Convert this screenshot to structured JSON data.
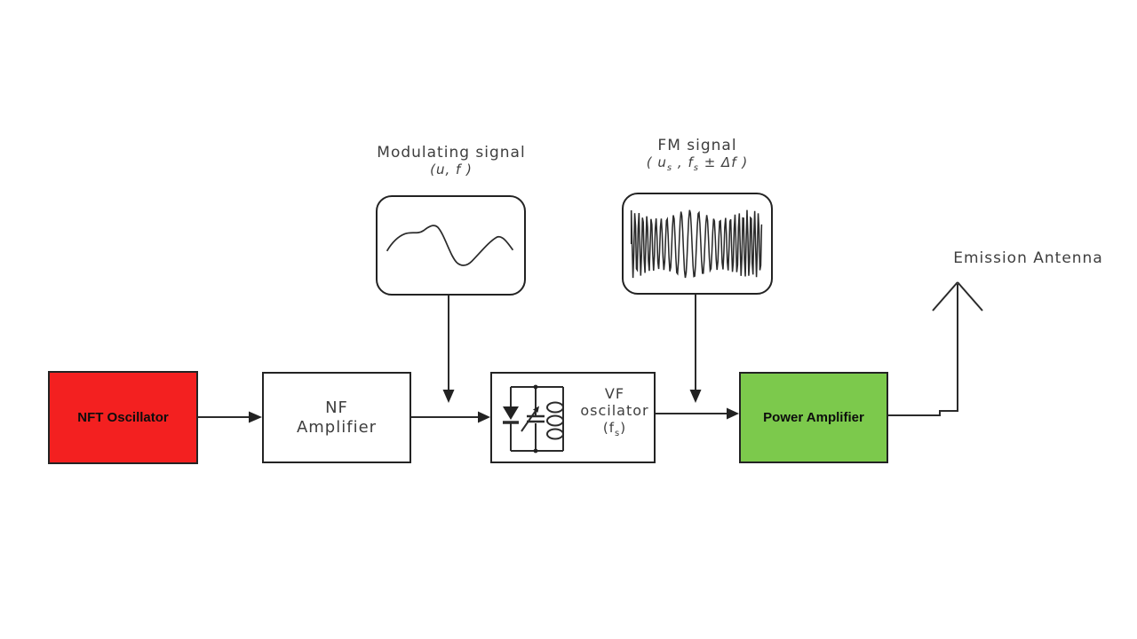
{
  "colors": {
    "nft_fill": "#f32020",
    "pa_fill": "#7cc94c",
    "line": "#2b2b2b",
    "label_text": "#3e3e3e"
  },
  "blocks": {
    "nft": {
      "label": "NFT Oscillator"
    },
    "nf": {
      "line1": "NF",
      "line2": "Amplifier"
    },
    "vf": {
      "line1": "VF",
      "line2": "oscilator",
      "f_pre": "(f",
      "f_sub": "s",
      "f_post": ")"
    },
    "pa": {
      "label": "Power Amplifier"
    }
  },
  "annotations": {
    "modulating": {
      "title": "Modulating signal",
      "sub_open": "(",
      "sub_u": "u",
      "sub_comma": ", ",
      "sub_f": "f",
      "sub_close": " )"
    },
    "fm": {
      "title": "FM signal",
      "open": "( ",
      "u": "u",
      "u_sub": "s",
      "comma": " , ",
      "f": "f",
      "f_sub": "s",
      "pm": " ± ",
      "df": "Δf",
      "close": " )"
    },
    "antenna": {
      "label": "Emission Antenna"
    }
  }
}
